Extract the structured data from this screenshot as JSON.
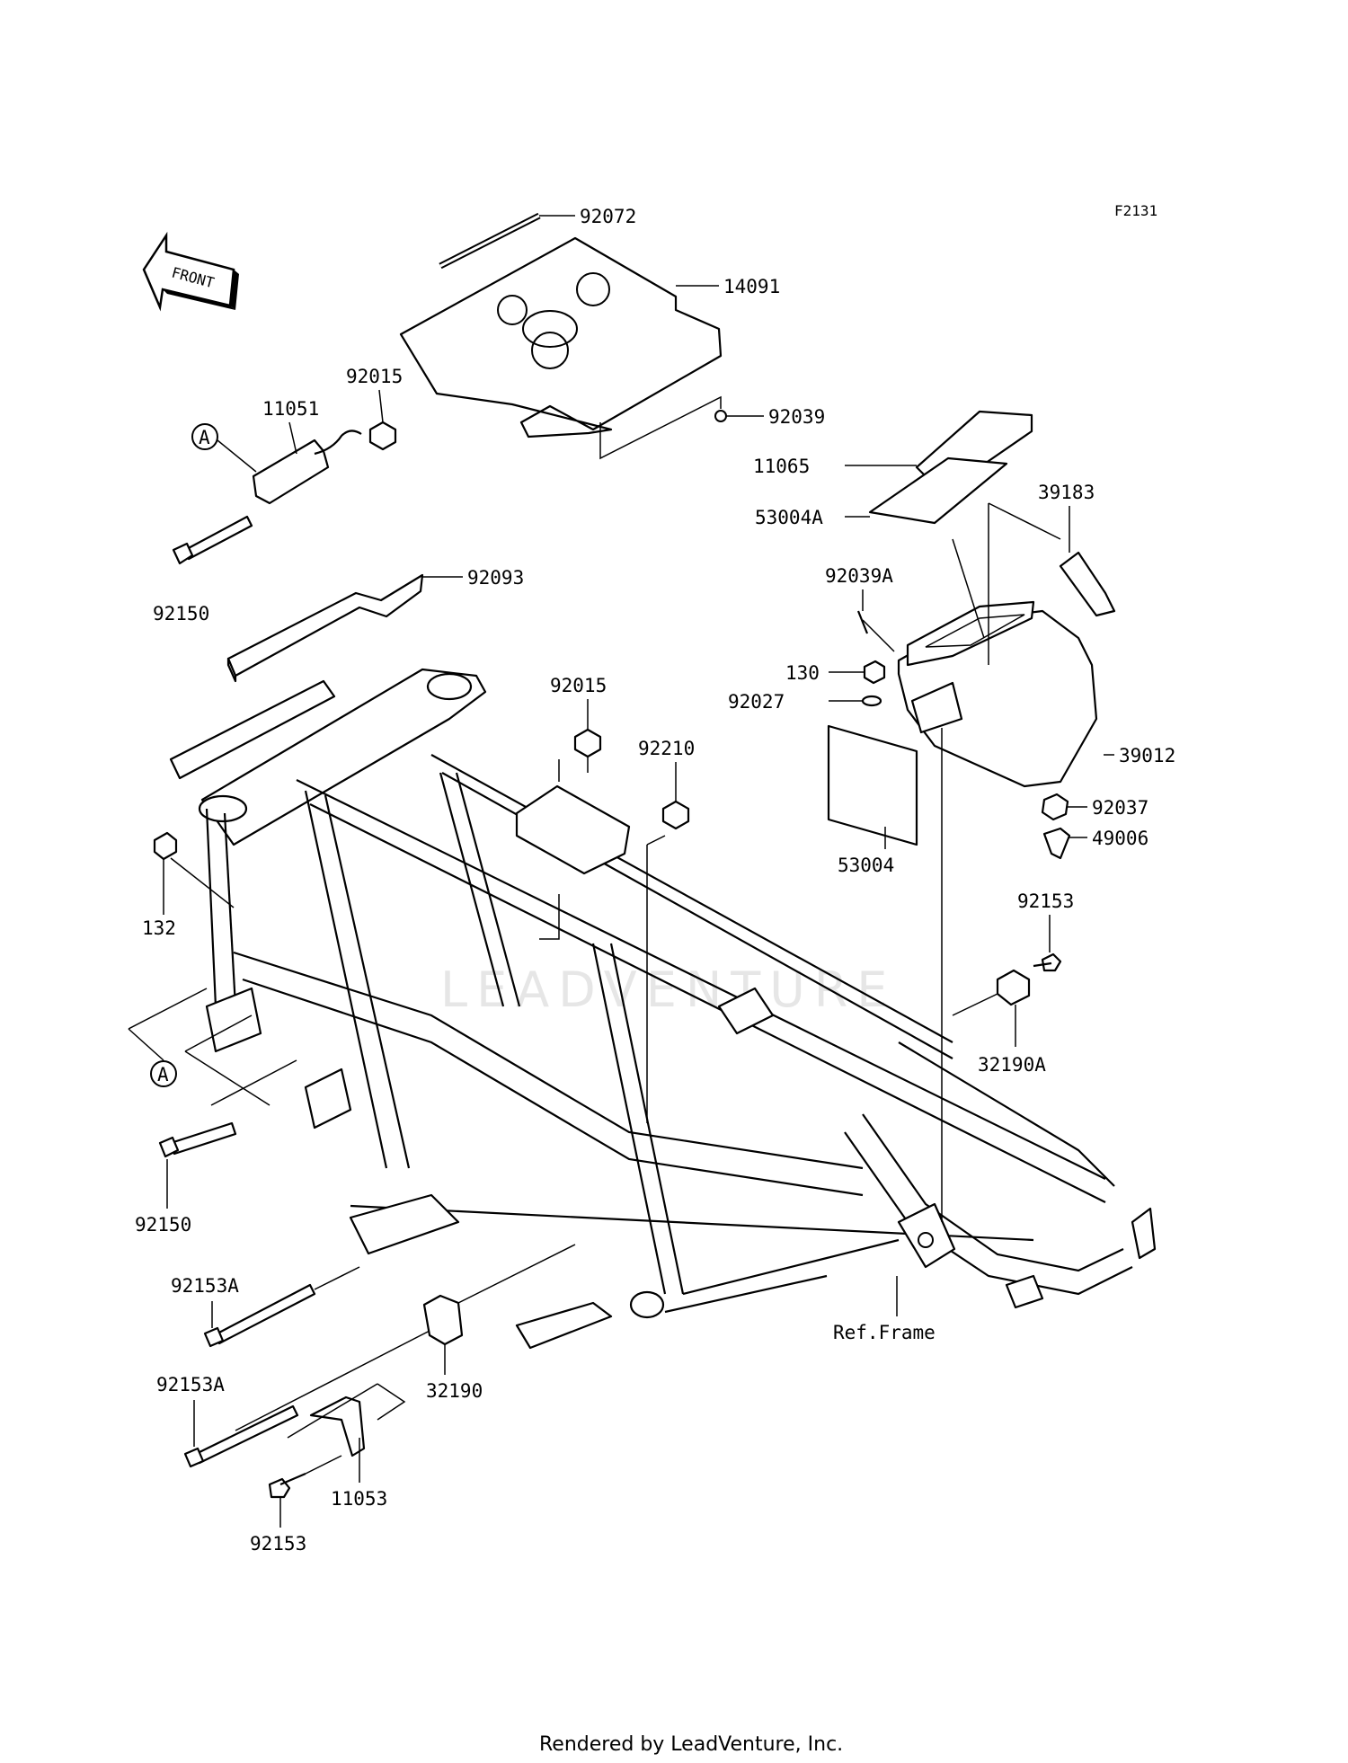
{
  "diagram_code": "F2131",
  "front_arrow_label": "FRONT",
  "watermark": "LEADVENTURE",
  "footer": "Rendered by LeadVenture, Inc.",
  "callout_marker": "A",
  "parts": {
    "p92072": "92072",
    "p14091": "14091",
    "p92039": "92039",
    "p92015_top": "92015",
    "p11051": "11051",
    "p92150_top": "92150",
    "p92093": "92093",
    "p11065": "11065",
    "p53004A": "53004A",
    "p39183": "39183",
    "p92039A": "92039A",
    "p130": "130",
    "p92027": "92027",
    "p39012": "39012",
    "p92037": "92037",
    "p49006": "49006",
    "p53004": "53004",
    "p92015_mid": "92015",
    "p92210": "92210",
    "p132": "132",
    "p92153_right": "92153",
    "p32190A": "32190A",
    "p92150_bottom": "92150",
    "p92153A_1": "92153A",
    "p92153A_2": "92153A",
    "p32190": "32190",
    "p11053": "11053",
    "p92153_bottom": "92153",
    "ref_frame": "Ref.Frame"
  }
}
